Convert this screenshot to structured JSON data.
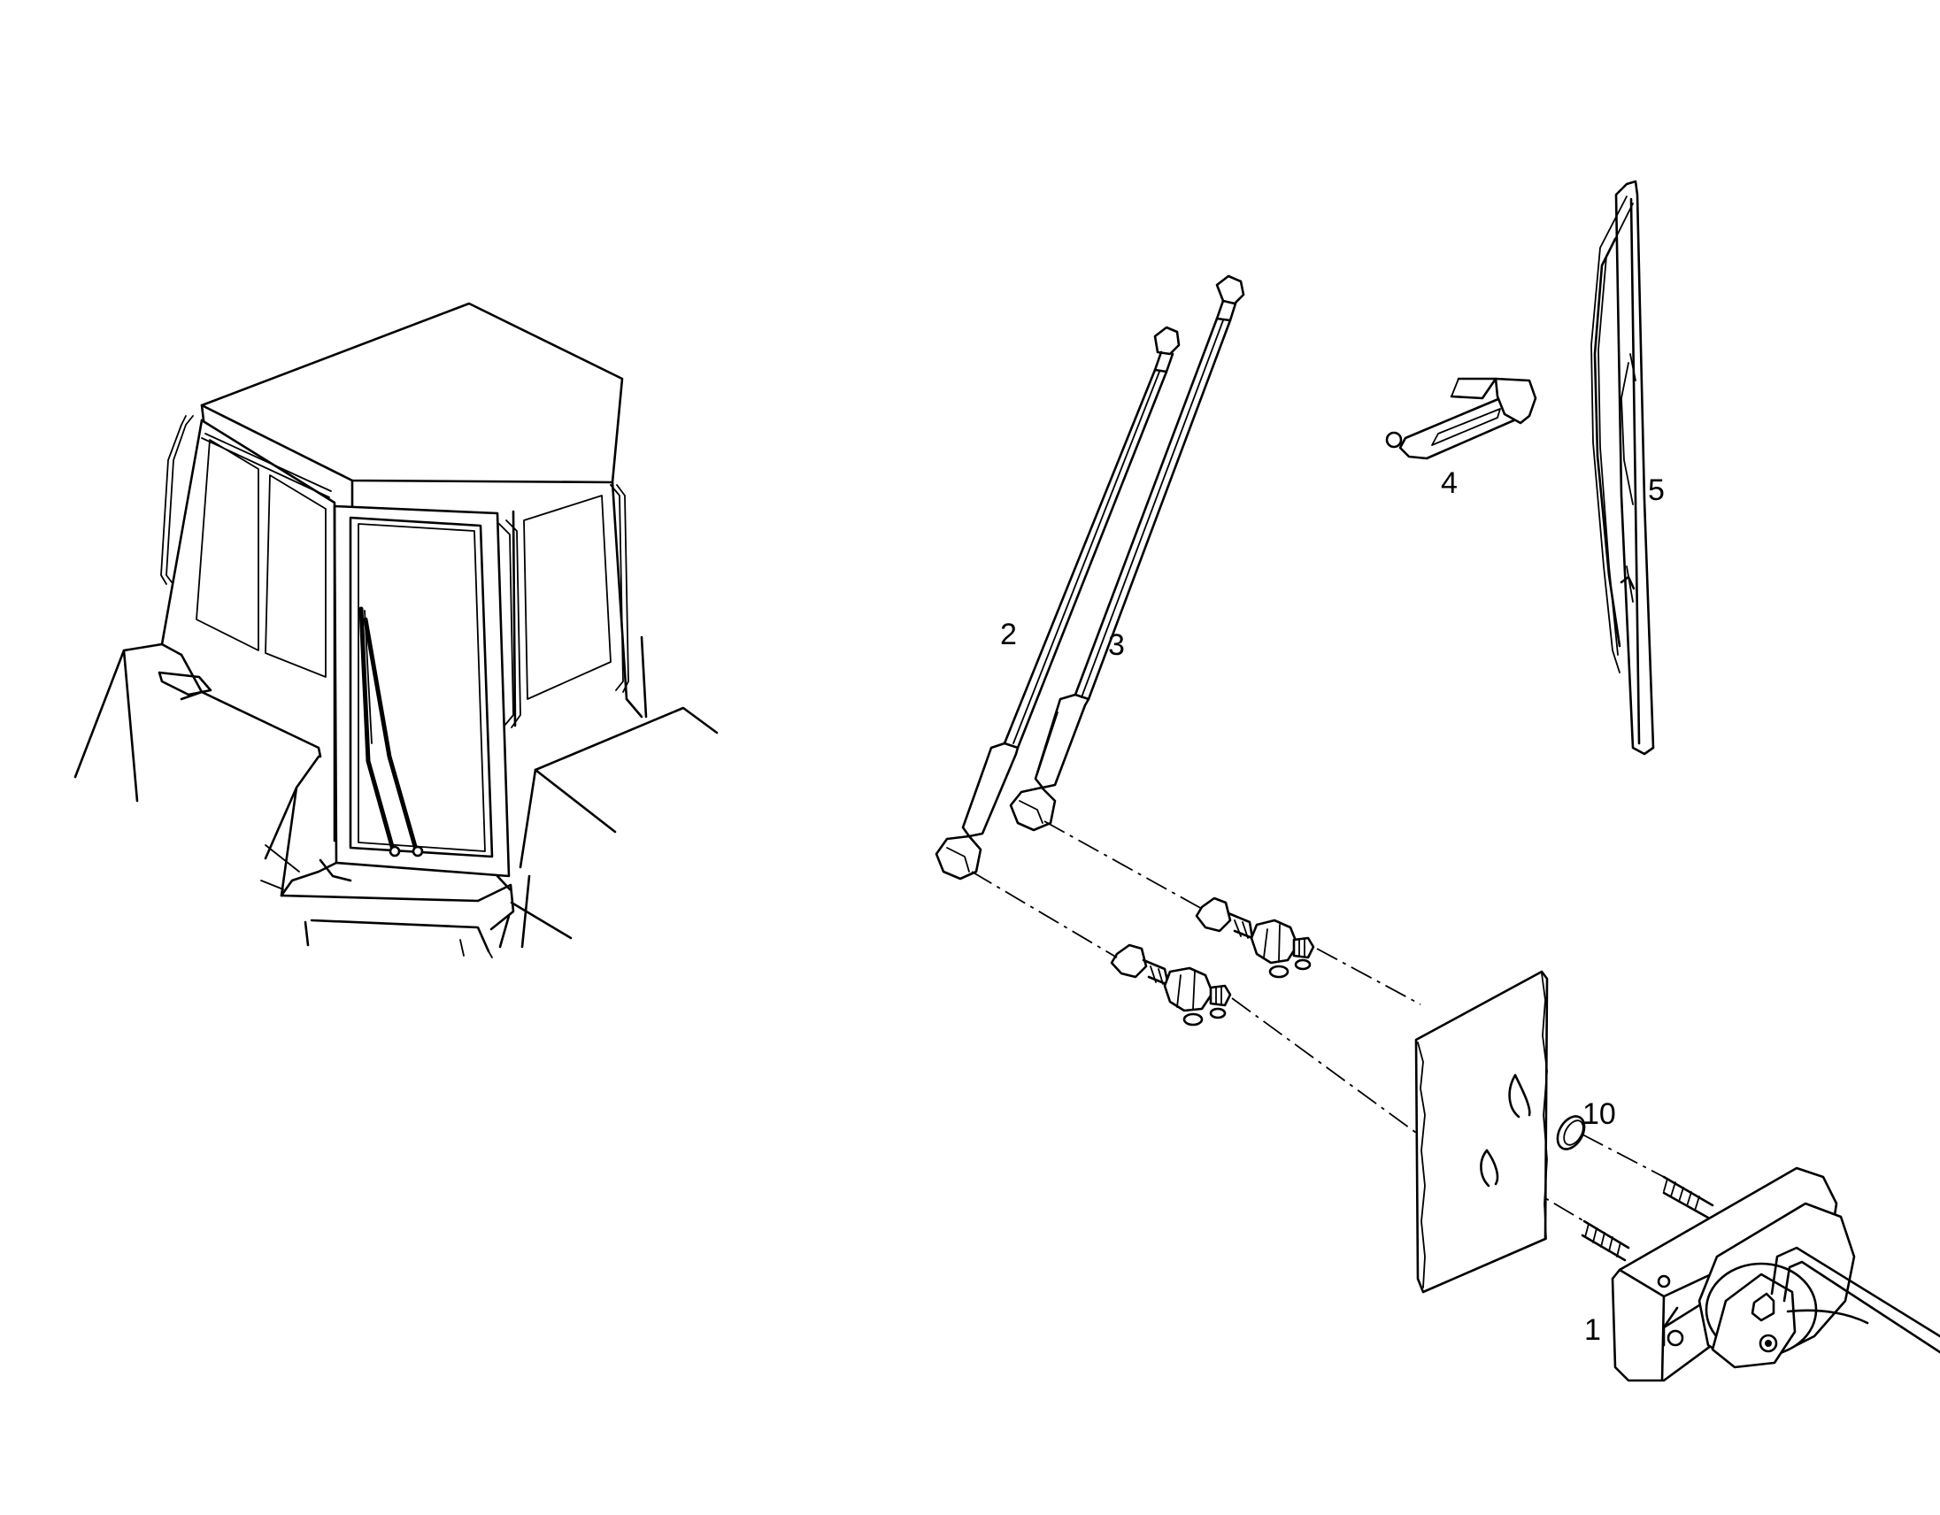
{
  "callouts": {
    "c1": "1",
    "c2": "2",
    "c3": "3",
    "c4": "4",
    "c5": "5",
    "c10": "10"
  }
}
